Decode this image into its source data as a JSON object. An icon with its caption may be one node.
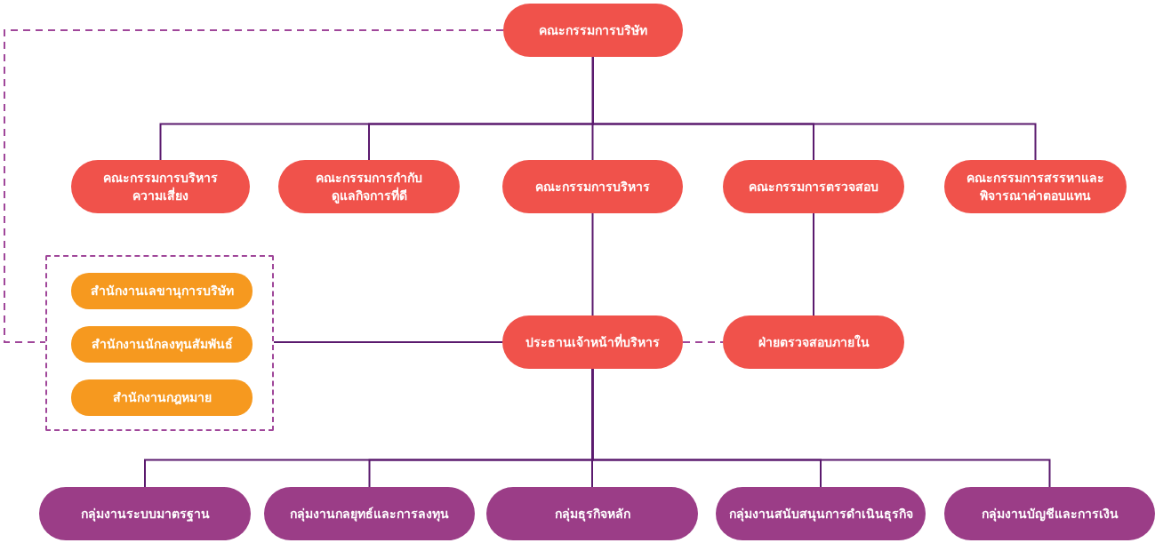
{
  "diagram": {
    "nodes": [
      {
        "text": [
          "คณะกรรมการบริษัท"
        ]
      },
      {
        "text": [
          "คณะกรรมการบริหาร ความเสี่ยง"
        ]
      },
      {
        "text": [
          "คณะกรรมการกำกับ ดูแลกิจการที่ดี"
        ]
      },
      {
        "text": [
          "คณะกรรมการบริหาร"
        ]
      },
      {
        "text": [
          "คณะกรรมการตรวจสอบ"
        ]
      },
      {
        "text": [
          "คณะกรรมการสรรหาและ พิจารณาค่าตอบแทน"
        ]
      },
      {
        "text": [],
        "shape": "box"
      },
      {
        "text": [
          "สำนักงานเลขานุการบริษัท"
        ],
        "in": 6
      },
      {
        "text": [
          "สำนักงานนักลงทุนสัมพันธ์"
        ],
        "in": 6
      },
      {
        "text": [
          "สำนักงานกฎหมาย"
        ],
        "in": 6
      },
      {
        "text": [
          "ประธานเจ้าหน้าที่บริหาร"
        ]
      },
      {
        "text": [
          "ฝ่ายตรวจสอบภายใน"
        ]
      },
      {
        "text": [
          "กลุ่มงานระบบมาตรฐาน"
        ]
      },
      {
        "text": [
          "กลุ่มงานกลยุทธ์และการลงทุน"
        ]
      },
      {
        "text": [
          "กลุ่มธุรกิจหลัก"
        ]
      },
      {
        "text": [
          "กลุ่มงานสนับสนุนการดำเนินธุรกิจ"
        ]
      },
      {
        "text": [
          "กลุ่มงานบัญชีและการเงิน"
        ]
      }
    ],
    "edges": [
      {
        "from": 0,
        "to": 1,
        "arrow": "none"
      },
      {
        "from": 0,
        "to": 2,
        "arrow": "none"
      },
      {
        "from": 0,
        "to": 3,
        "arrow": "none"
      },
      {
        "from": 0,
        "to": 4,
        "arrow": "none"
      },
      {
        "from": 0,
        "to": 5,
        "arrow": "none"
      },
      {
        "from": 3,
        "to": 10,
        "arrow": "none"
      },
      {
        "from": 4,
        "to": 11,
        "arrow": "none"
      },
      {
        "from": 10,
        "to": 6,
        "arrow": "none"
      },
      {
        "from": 10,
        "to": 11,
        "arrow": "none",
        "style": "dashed",
        "color": "#a0479a"
      },
      {
        "from": 0,
        "to": 6,
        "arrow": "none",
        "style": "dashed",
        "color": "#a0479a"
      },
      {
        "from": 10,
        "to": 12,
        "arrow": "none"
      },
      {
        "from": 10,
        "to": 13,
        "arrow": "none"
      },
      {
        "from": 10,
        "to": 14,
        "arrow": "none"
      },
      {
        "from": 10,
        "to": 15,
        "arrow": "none"
      },
      {
        "from": 10,
        "to": 16,
        "arrow": "none"
      }
    ]
  }
}
